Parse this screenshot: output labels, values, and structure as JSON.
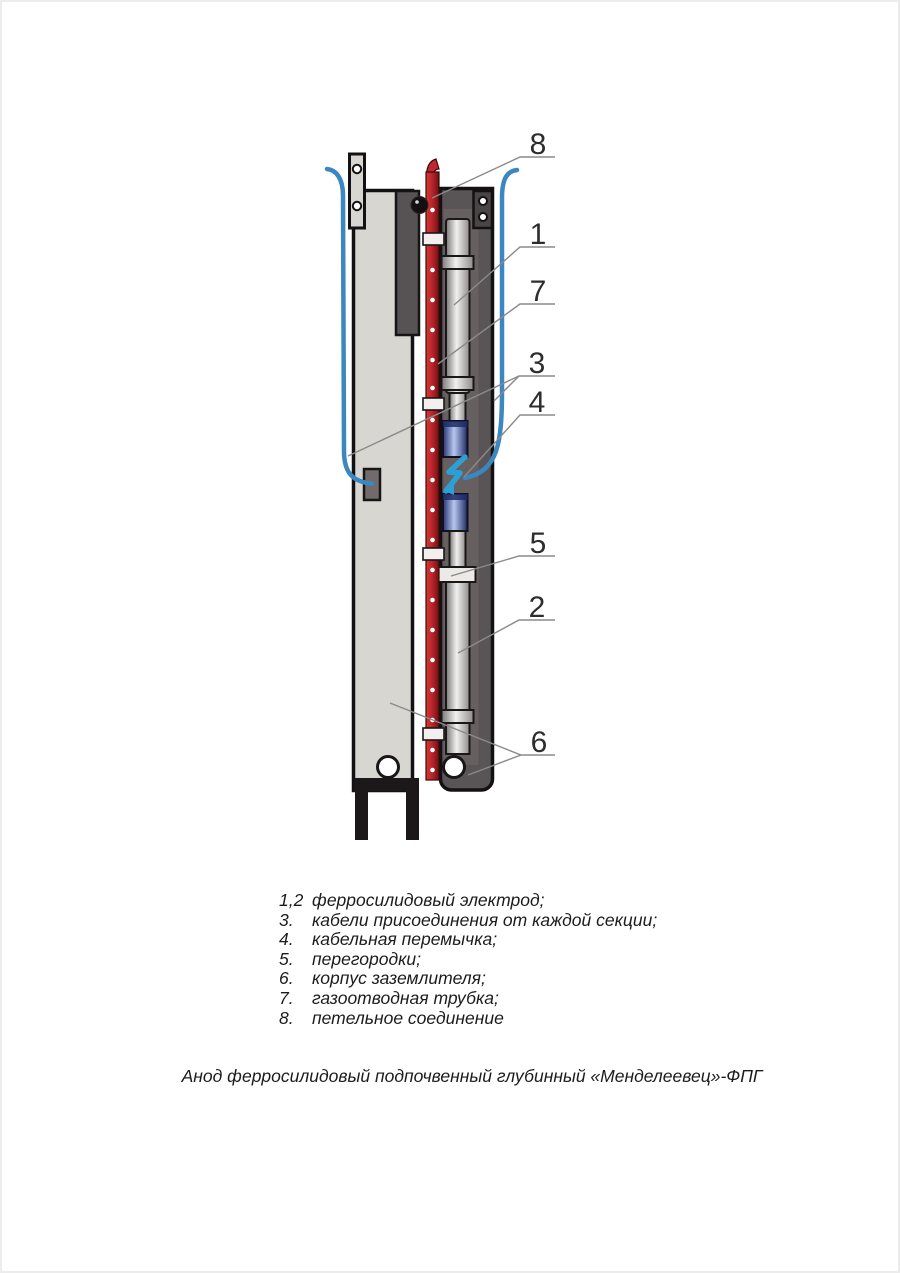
{
  "figure": {
    "callouts": [
      "8",
      "1",
      "7",
      "3",
      "4",
      "5",
      "2",
      "6"
    ],
    "legend": {
      "items": [
        {
          "num": "1,2",
          "text": "ферросилидовый электрод;"
        },
        {
          "num": "3.",
          "text": "кабели присоединения от каждой секции;"
        },
        {
          "num": "4.",
          "text": "кабельная перемычка;"
        },
        {
          "num": "5.",
          "text": "перегородки;"
        },
        {
          "num": "6.",
          "text": "корпус заземлителя;"
        },
        {
          "num": "7.",
          "text": "газоотводная трубка;"
        },
        {
          "num": "8.",
          "text": "петельное соединение"
        }
      ]
    },
    "caption": "Анод ферросилидовый подпочвенный глубинный «Менделеевец»-ФПГ",
    "colors": {
      "tube_red": "#c1272d",
      "cable_blue": "#3a87c1",
      "jumper_blue": "#2d9fd6",
      "casing_dark": "#595455",
      "body_gray": "#d8d6d1",
      "leader_gray": "#8a8a8a"
    }
  }
}
